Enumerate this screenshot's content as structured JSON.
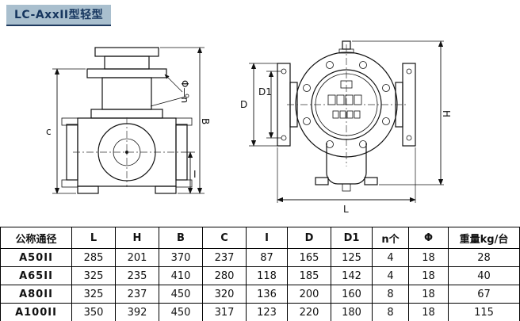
{
  "title": "LC-AxxII型轻型",
  "colors": {
    "title_bg": "#a9bfce",
    "title_text": "#15355e",
    "title_underline": "#1f3a5f",
    "line": "#111111"
  },
  "labels": {
    "front": {
      "c": "c",
      "b": "B",
      "i": "I",
      "bolt_callout": "Φ—n"
    },
    "side": {
      "d": "D",
      "d1": "D1",
      "h": "H",
      "l": "L"
    }
  },
  "table": {
    "headers": [
      "公称通径",
      "L",
      "H",
      "B",
      "C",
      "I",
      "D",
      "D1",
      "n个",
      "Φ",
      "重量kg/台"
    ],
    "rows": [
      [
        "A50II",
        "285",
        "201",
        "370",
        "237",
        "87",
        "165",
        "125",
        "4",
        "18",
        "28"
      ],
      [
        "A65II",
        "325",
        "235",
        "410",
        "280",
        "118",
        "185",
        "142",
        "4",
        "18",
        "40"
      ],
      [
        "A80II",
        "325",
        "237",
        "450",
        "320",
        "136",
        "200",
        "160",
        "8",
        "18",
        "67"
      ],
      [
        "A100II",
        "350",
        "392",
        "450",
        "317",
        "123",
        "220",
        "180",
        "8",
        "18",
        "115"
      ]
    ]
  }
}
